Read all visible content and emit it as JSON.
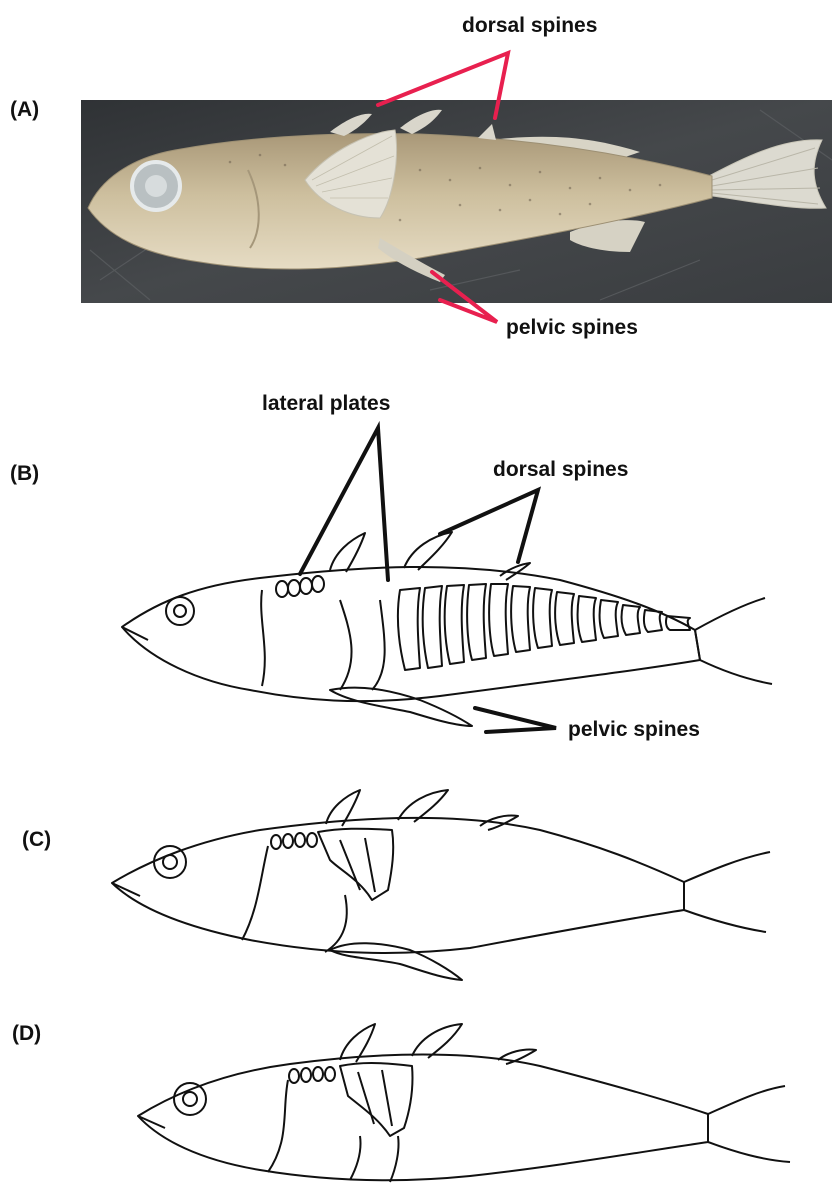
{
  "panels": {
    "a": {
      "letter": "(A)",
      "label_dorsal": "dorsal spines",
      "label_pelvic": "pelvic spines",
      "leader_color": "#e8204f"
    },
    "b": {
      "letter": "(B)",
      "label_lateral": "lateral plates",
      "label_dorsal": "dorsal spines",
      "label_pelvic": "pelvic spines"
    },
    "c": {
      "letter": "(C)"
    },
    "d": {
      "letter": "(D)"
    }
  },
  "colors": {
    "photo_background": "#3c3f42",
    "fish_body": "#cbbd9a",
    "line_art": "#111111"
  }
}
